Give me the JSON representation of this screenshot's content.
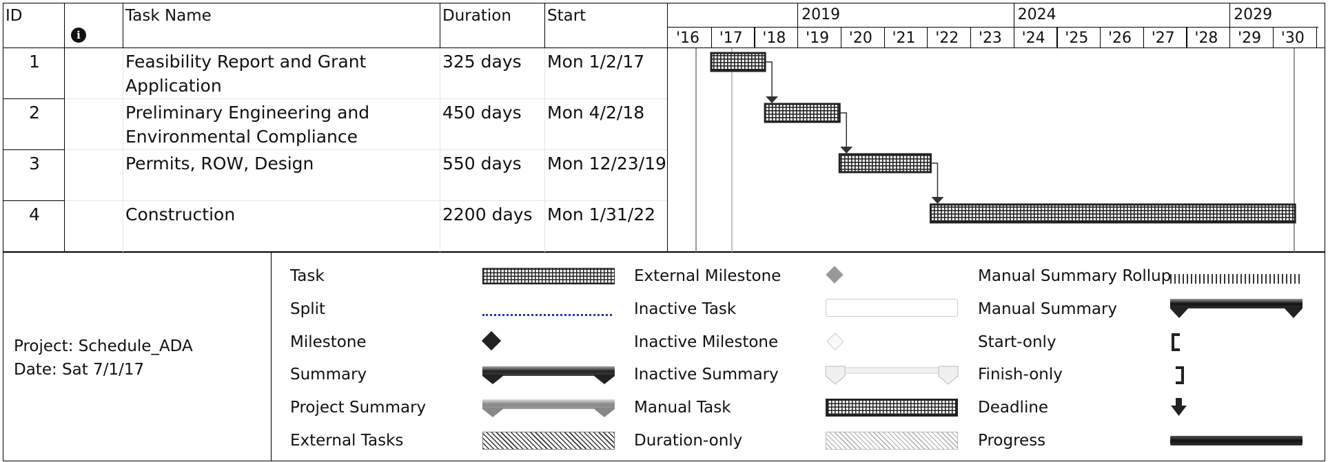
{
  "table": {
    "headers": {
      "id": "ID",
      "info_icon": "info-icon",
      "task_name": "Task Name",
      "duration": "Duration",
      "start": "Start"
    },
    "rows": [
      {
        "id": "1",
        "name_line1": "Feasibility Report and Grant",
        "name_line2": "Application",
        "duration": "325 days",
        "start": "Mon 1/2/17"
      },
      {
        "id": "2",
        "name_line1": "Preliminary Engineering and",
        "name_line2": "Environmental Compliance",
        "duration": "450 days",
        "start": "Mon 4/2/18"
      },
      {
        "id": "3",
        "name_line1": "Permits, ROW, Design",
        "name_line2": "",
        "duration": "550 days",
        "start": "Mon 12/23/19"
      },
      {
        "id": "4",
        "name_line1": "Construction",
        "name_line2": "",
        "duration": "2200 days",
        "start": "Mon 1/31/22"
      }
    ]
  },
  "timescale": {
    "major": [
      "2019",
      "2024",
      "2029"
    ],
    "minor": [
      "'16",
      "'17",
      "'18",
      "'19",
      "'20",
      "'21",
      "'22",
      "'23",
      "'24",
      "'25",
      "'26",
      "'27",
      "'28",
      "'29",
      "'30"
    ]
  },
  "gantt_bars": [
    {
      "task": "1",
      "start": "2017-01-02",
      "duration_days": 325
    },
    {
      "task": "2",
      "start": "2018-04-02",
      "duration_days": 450
    },
    {
      "task": "3",
      "start": "2019-12-23",
      "duration_days": 550
    },
    {
      "task": "4",
      "start": "2022-01-31",
      "duration_days": 2200
    }
  ],
  "footer": {
    "project": "Project: Schedule_ADA",
    "date": "Date: Sat 7/1/17"
  },
  "legend": {
    "col1": [
      "Task",
      "Split",
      "Milestone",
      "Summary",
      "Project Summary",
      "External Tasks"
    ],
    "col2": [
      "External Milestone",
      "Inactive Task",
      "Inactive Milestone",
      "Inactive Summary",
      "Manual Task",
      "Duration-only"
    ],
    "col3": [
      "Manual Summary Rollup",
      "Manual Summary",
      "Start-only",
      "Finish-only",
      "Deadline",
      "Progress"
    ]
  },
  "colors": {
    "split": "#2233cc",
    "summary": "#333333",
    "project_summary": "#888888",
    "border": "#000000"
  }
}
